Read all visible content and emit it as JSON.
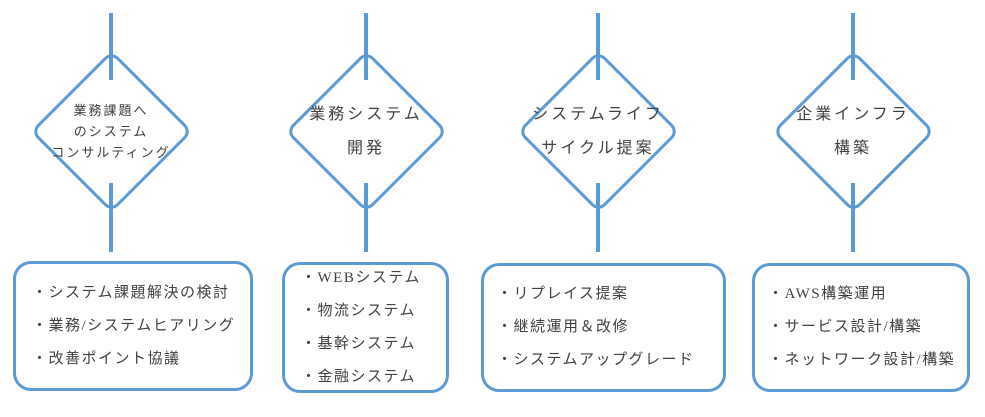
{
  "colors": {
    "accent": "#5B9BD5",
    "text": "#404040",
    "background": "#ffffff"
  },
  "columns": [
    {
      "id": "consulting",
      "diamond": {
        "lines": [
          "業務課題へ",
          "のシステム",
          "コンサルティング"
        ]
      },
      "box": {
        "items": [
          "・システム課題解決の検討",
          "・業務/システムヒアリング",
          "・改善ポイント協議"
        ]
      }
    },
    {
      "id": "development",
      "diamond": {
        "lines": [
          "業務システム",
          "開発"
        ]
      },
      "box": {
        "items": [
          "・WEBシステム",
          "・物流システム",
          "・基幹システム",
          "・金融システム"
        ]
      }
    },
    {
      "id": "lifecycle",
      "diamond": {
        "lines": [
          "システムライフ",
          "サイクル提案"
        ]
      },
      "box": {
        "items": [
          "・リプレイス提案",
          "・継続運用＆改修",
          "・システムアップグレード"
        ]
      }
    },
    {
      "id": "infrastructure",
      "diamond": {
        "lines": [
          "企業インフラ",
          "構築"
        ]
      },
      "box": {
        "items": [
          "・AWS構築運用",
          "・サービス設計/構築",
          "・ネットワーク設計/構築"
        ]
      }
    }
  ]
}
